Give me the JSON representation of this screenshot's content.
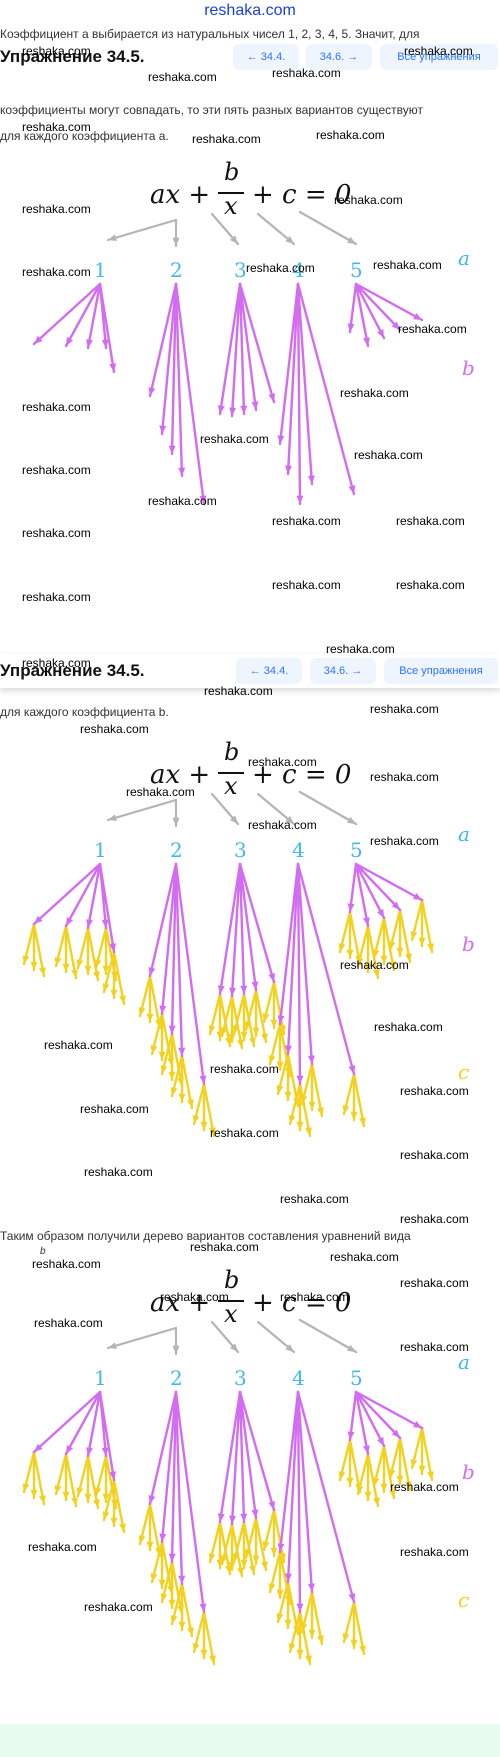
{
  "site": "reshaka.com",
  "nav": {
    "title": "Упражнение 34.5.",
    "prev": "← 34.4.",
    "next": "34.6. →",
    "all": "Все упражнения"
  },
  "nav2": {
    "prev": "← 34.4.",
    "next": "34.6. →"
  },
  "text": {
    "p1": "Коэффициент a выбирается из натуральных чисел 1, 2, 3, 4, 5. Значит, для",
    "p2": "коэффициенты могут совпадать, то эти пять разных вариантов существуют",
    "p3": "для каждого коэффициента a.",
    "p4": "для каждого коэффициента b.",
    "p5": "Таким образом получили дерево вариантов составления уравнений вида",
    "p5b": "b"
  },
  "formula": {
    "left": "ax +",
    "num": "b",
    "den": "x",
    "right": "+ c = 0"
  },
  "digits": [
    "1",
    "2",
    "3",
    "4",
    "5"
  ],
  "letters": {
    "a": "a",
    "b": "b",
    "c": "c"
  },
  "colors": {
    "gray": "#b4b4b4",
    "violet": "#d26cf0",
    "yellow": "#f2d21e",
    "cyan": "#44b8e8"
  },
  "watermarks": [
    "reshaka.com",
    "reshaka.com",
    "reshaka.com",
    "reshaka.com",
    "reshaka.com",
    "reshaka.com",
    "reshaka.com",
    "reshaka.com",
    "reshaka.com",
    "reshaka.com",
    "reshaka.com",
    "reshaka.com",
    "reshaka.com",
    "reshaka.com",
    "reshaka.com",
    "reshaka.com",
    "reshaka.com",
    "reshaka.com",
    "reshaka.com",
    "reshaka.com",
    "reshaka.com",
    "reshaka.com",
    "reshaka.com",
    "reshaka.com",
    "reshaka.com",
    "reshaka.com",
    "reshaka.com",
    "reshaka.com",
    "reshaka.com",
    "reshaka.com",
    "reshaka.com",
    "reshaka.com",
    "reshaka.com",
    "reshaka.com",
    "reshaka.com",
    "reshaka.com",
    "reshaka.com",
    "reshaka.com",
    "reshaka.com",
    "reshaka.com",
    "reshaka.com",
    "reshaka.com",
    "reshaka.com",
    "reshaka.com",
    "reshaka.com",
    "reshaka.com",
    "reshaka.com",
    "reshaka.com",
    "reshaka.com",
    "reshaka.com",
    "reshaka.com",
    "reshaka.com",
    "reshaka.com",
    "reshaka.com",
    "reshaka.com",
    "reshaka.com",
    "reshaka.com",
    "reshaka.com"
  ]
}
